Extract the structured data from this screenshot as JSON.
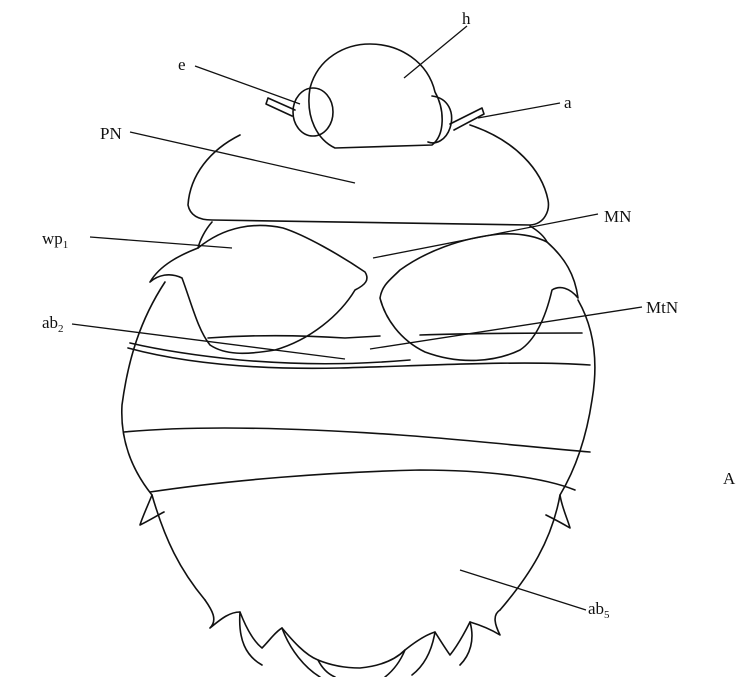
{
  "figure": {
    "panel_label": "A",
    "labels": {
      "h": {
        "text": "h"
      },
      "e": {
        "text": "e"
      },
      "a": {
        "text": "a"
      },
      "PN": {
        "text": "PN"
      },
      "MN": {
        "text": "MN"
      },
      "wp": {
        "text": "wp",
        "sub": "1"
      },
      "MtN": {
        "text": "MtN"
      },
      "ab2": {
        "text": "ab",
        "sub": "2"
      },
      "ab5": {
        "text": "ab",
        "sub": "5"
      }
    }
  }
}
